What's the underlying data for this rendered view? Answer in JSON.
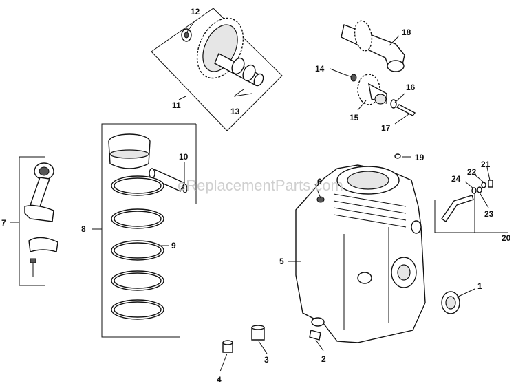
{
  "watermark": "eReplacementParts.com",
  "callouts": {
    "c1": "1",
    "c2": "2",
    "c3": "3",
    "c4": "4",
    "c5": "5",
    "c6": "6",
    "c7": "7",
    "c8": "8",
    "c9": "9",
    "c10": "10",
    "c11": "11",
    "c12": "12",
    "c13": "13",
    "c14": "14",
    "c15": "15",
    "c16": "16",
    "c17": "17",
    "c18": "18",
    "c19": "19",
    "c20": "20",
    "c21": "21",
    "c22": "22",
    "c23": "23",
    "c24": "24"
  }
}
